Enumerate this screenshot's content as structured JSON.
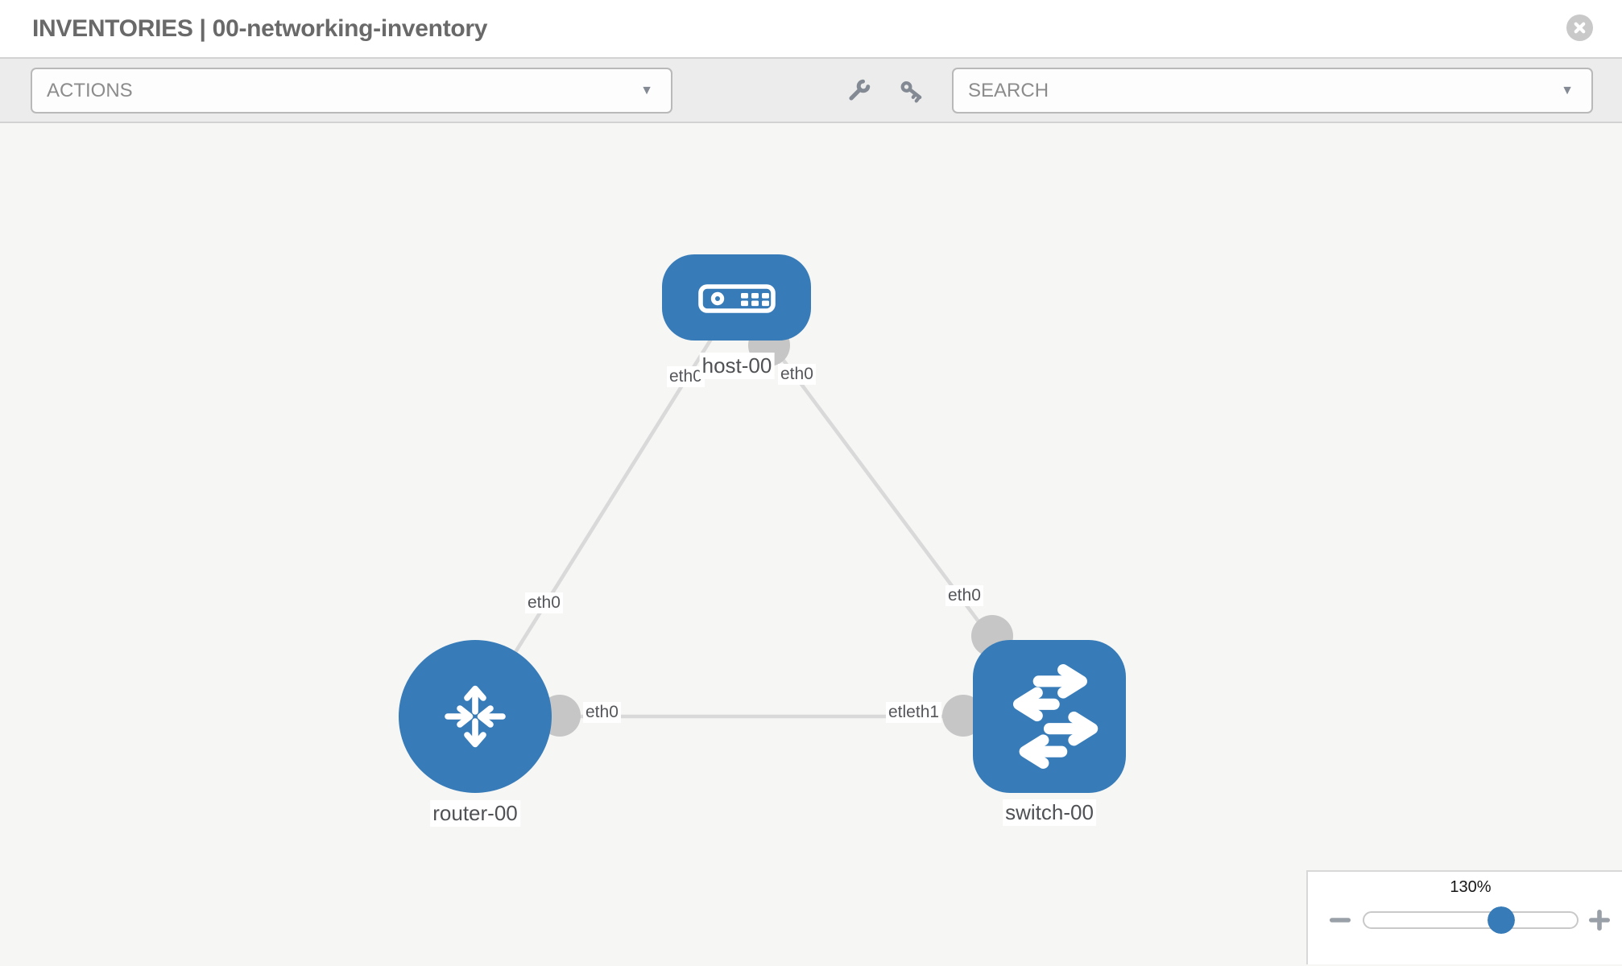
{
  "header": {
    "title": "INVENTORIES | 00-networking-inventory",
    "close_icon": "close-icon"
  },
  "toolbar": {
    "actions_label": "ACTIONS",
    "search_label": "SEARCH",
    "caret": "▼",
    "icons": [
      "wrench-icon",
      "key-icon"
    ]
  },
  "diagram": {
    "host": {
      "name": "host-00",
      "iface_left": "eth0",
      "iface_right": "eth0",
      "type": "host"
    },
    "router": {
      "name": "router-00",
      "type": "router"
    },
    "switch": {
      "name": "switch-00",
      "type": "switch"
    },
    "links": [
      {
        "from": "host-00",
        "to": "router-00",
        "from_iface": "eth0",
        "to_iface": "eth0"
      },
      {
        "from": "host-00",
        "to": "switch-00",
        "from_iface": "eth0",
        "to_iface": "eth0"
      },
      {
        "from": "router-00",
        "to": "switch-00",
        "from_iface": "eth0",
        "to_iface": "eth1"
      }
    ],
    "link_labels": {
      "host_router_mid": "eth0",
      "host_switch_mid": "eth0",
      "router_switch_router_end": "eth0",
      "router_switch_switch_end": "etleth1"
    }
  },
  "zoom_control": {
    "level": "130%"
  },
  "colors": {
    "node_blue": "#377cb8",
    "link_gray": "#d9d9d9",
    "dot_gray": "#c6c6c6",
    "icon_gray": "#848a93",
    "toolbar_bg": "#ececec",
    "canvas_bg": "#f6f6f5"
  }
}
